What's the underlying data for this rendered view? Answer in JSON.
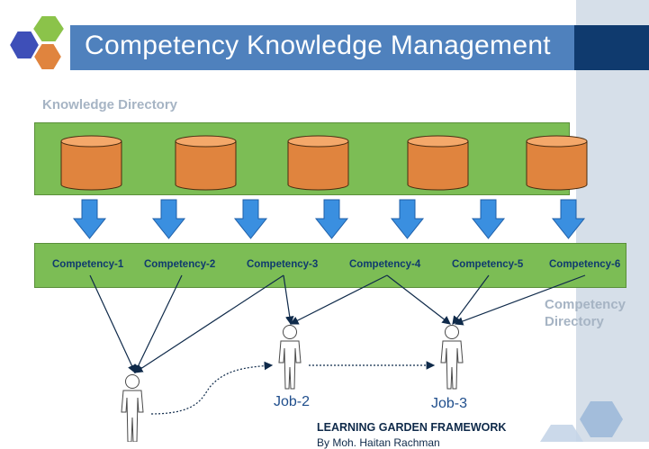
{
  "title": "Competency Knowledge Management",
  "knowledge_directory_label": "Knowledge Directory",
  "competency_directory_label": [
    "Competency",
    "Directory"
  ],
  "competencies": [
    "Competency-1",
    "Competency-2",
    "Competency-3",
    "Competency-4",
    "Competency-5",
    "Competency-6"
  ],
  "jobs": [
    "Job-2",
    "Job-3"
  ],
  "footer": {
    "title": "LEARNING GARDEN FRAMEWORK",
    "subtitle": "By Moh. Haitan Rachman"
  },
  "colors": {
    "title_bar": "#4f81bd",
    "box_green": "#7cbd55",
    "cylinder": "#e0843e",
    "arrow_blue": "#3a8fe0",
    "dark_navy": "#0f3a6e"
  }
}
